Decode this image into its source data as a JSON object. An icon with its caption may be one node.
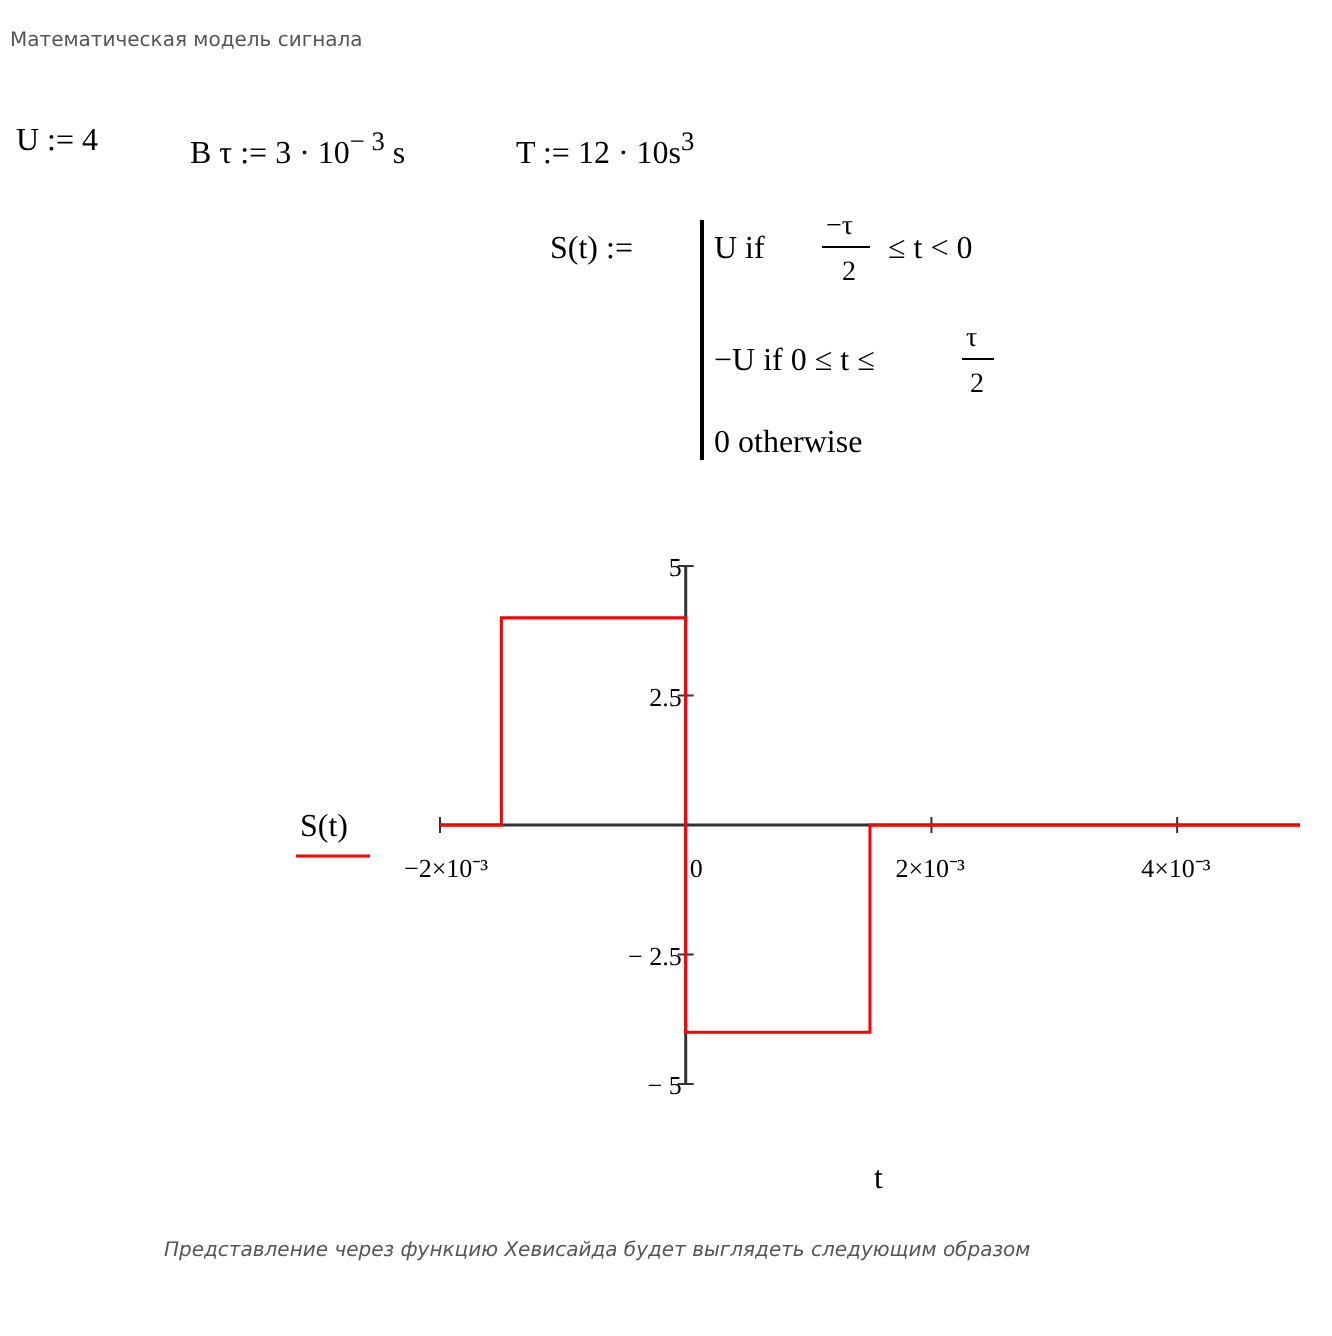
{
  "diagram": {
    "title": "Математическая модель сигнала",
    "caption": "Представление через функцию Хевисайда будет выглядеть следующим образом",
    "labels": [
      "U := 4",
      "B τ := 3 · 10$^{− 3}$ s",
      "T := 12 · 10s$^{3}$",
      "S(t) :=",
      "U  if",
      "−τ",
      "2",
      "≤ t < 0",
      "−U  if  0 ≤ t ≤",
      "τ",
      "2",
      "0  otherwise"
    ],
    "chart_data": {
      "type": "line",
      "xlabel": "t",
      "x": [
        -0.002,
        -0.0015,
        -0.0015,
        0,
        0,
        0.0015,
        0.0015,
        0.005
      ],
      "series": [
        {
          "name": "S(t)",
          "color": "#ff0000",
          "values": [
            0,
            0,
            4,
            4,
            -4,
            -4,
            0,
            0
          ]
        }
      ],
      "xlim": [
        -0.002,
        0.005
      ],
      "ylim": [
        -5,
        5
      ],
      "xticks": [
        {
          "value": -0.002,
          "label": "−2×10⁻³"
        },
        0,
        {
          "value": 0.002,
          "label": "2×10⁻³"
        },
        {
          "value": 0.004,
          "label": "4×10⁻³"
        }
      ],
      "yticks": [
        5,
        2.5,
        {
          "value": -2.5,
          "label": "− 2.5"
        },
        {
          "value": -5,
          "label": "− 5"
        }
      ]
    }
  }
}
